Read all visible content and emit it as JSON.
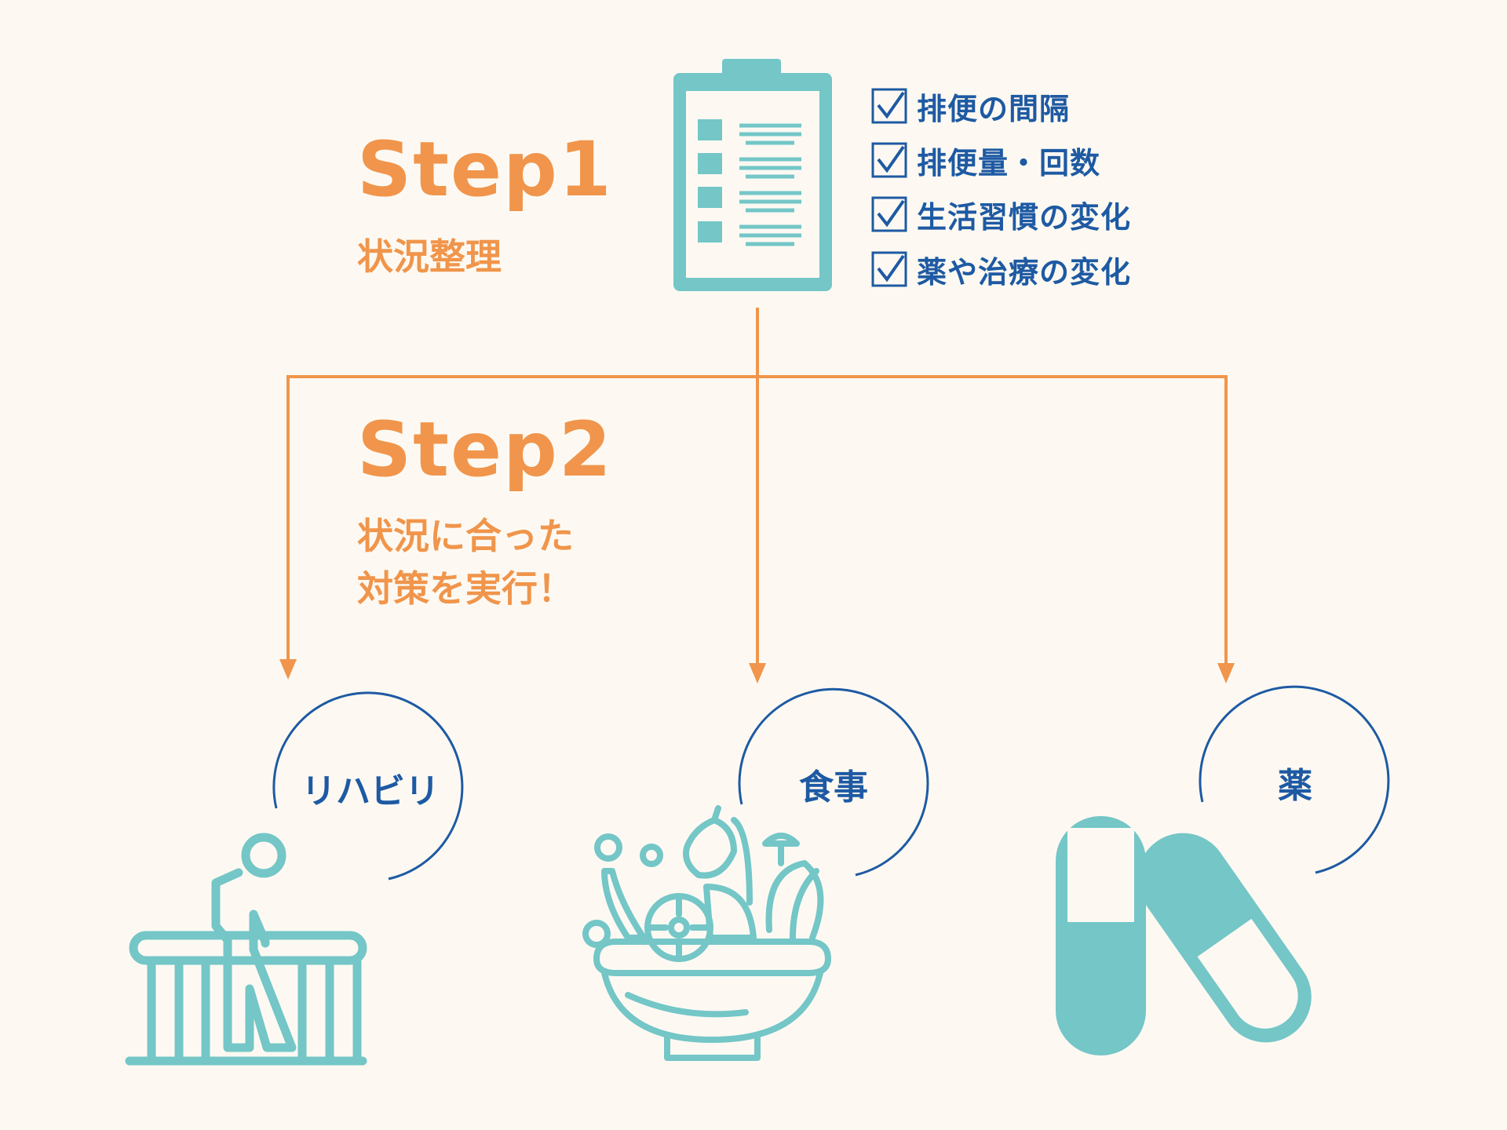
{
  "step1": {
    "title": "Step1",
    "subtitle": "状況整理",
    "checklist": [
      "排便の間隔",
      "排便量・回数",
      "生活習慣の変化",
      "薬や治療の変化"
    ]
  },
  "step2": {
    "title": "Step2",
    "subtitle_line1": "状況に合った",
    "subtitle_line2": "対策を実行！"
  },
  "categories": [
    {
      "label": "リハビリ",
      "icon": "walker-rehab-icon"
    },
    {
      "label": "食事",
      "icon": "salad-bowl-icon"
    },
    {
      "label": "薬",
      "icon": "capsules-icon"
    }
  ],
  "colors": {
    "accent_orange": "#f0954b",
    "teal": "#74c6c7",
    "navy": "#1e5aa3",
    "background": "#fdf9f2"
  }
}
